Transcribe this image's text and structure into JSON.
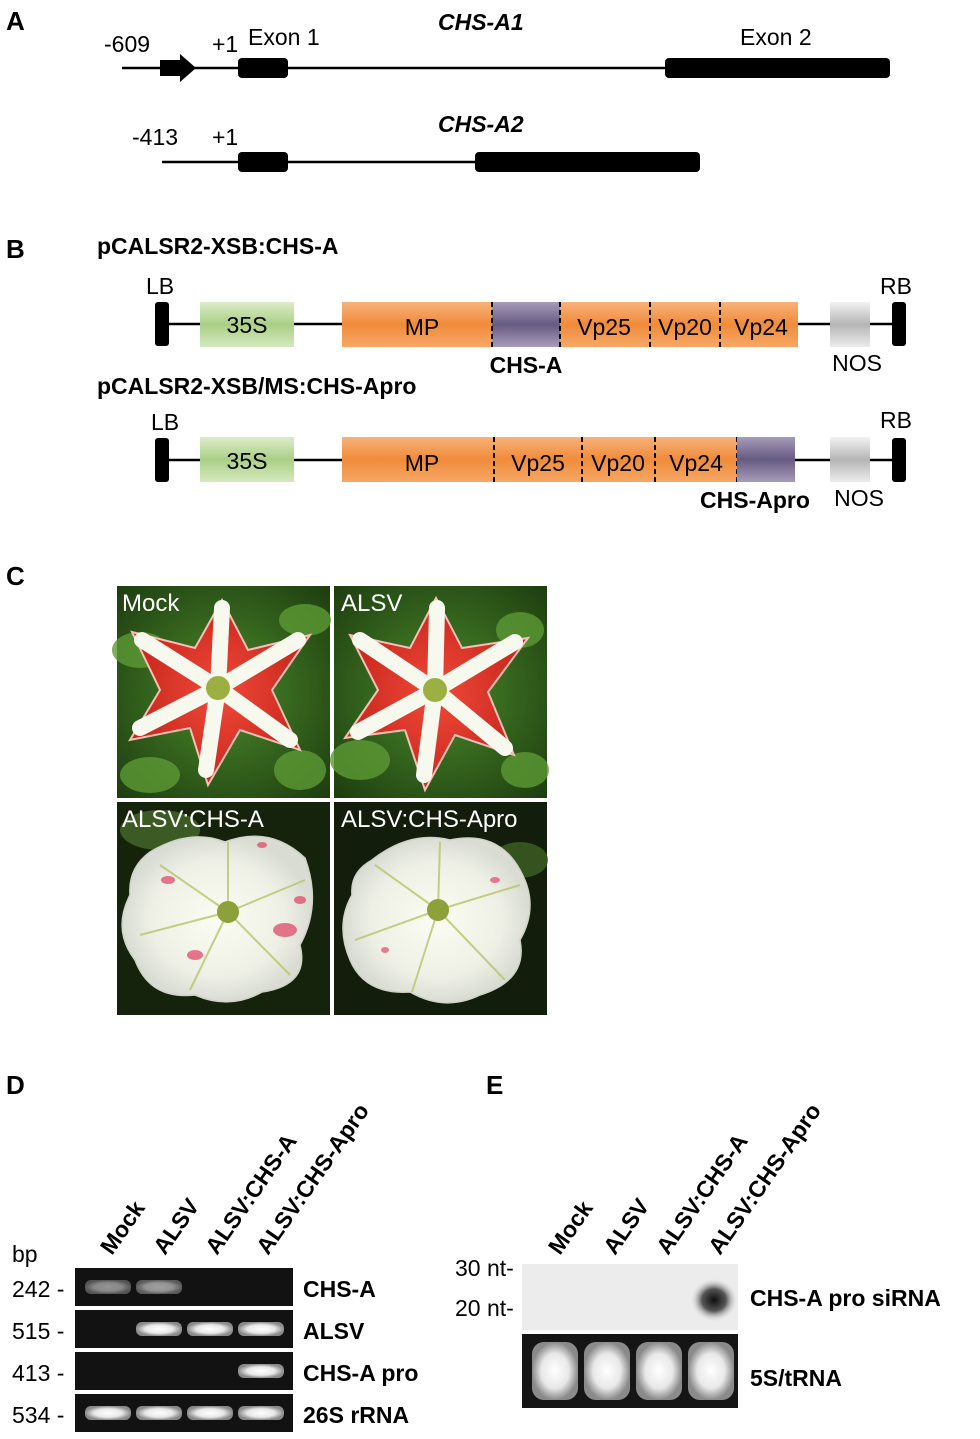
{
  "panels": {
    "A": {
      "label": "A",
      "genes": [
        {
          "name": "CHS-A1",
          "start_label": "-609",
          "tss_label": "+1",
          "exon1_label": "Exon 1",
          "exon2_label": "Exon  2"
        },
        {
          "name": "CHS-A2",
          "start_label": "-413",
          "tss_label": "+1"
        }
      ]
    },
    "B": {
      "label": "B",
      "constructs": [
        {
          "name": "pCALSR2-XSB:CHS-A",
          "lb": "LB",
          "rb": "RB",
          "promoter": "35S",
          "segments": [
            "MP",
            "Vp25",
            "Vp20",
            "Vp24"
          ],
          "insert": "CHS-A",
          "terminator": "NOS"
        },
        {
          "name": "pCALSR2-XSB/MS:CHS-Apro",
          "lb": "LB",
          "rb": "RB",
          "promoter": "35S",
          "segments": [
            "MP",
            "Vp25",
            "Vp20",
            "Vp24"
          ],
          "insert": "CHS-Apro",
          "terminator": "NOS"
        }
      ],
      "colors": {
        "promoter": "#b8d99a",
        "viral": "#f39a4c",
        "insert": "#7a6e92",
        "terminator": "#c8c8c8"
      }
    },
    "C": {
      "label": "C",
      "photos": [
        "Mock",
        "ALSV",
        "ALSV:CHS-A",
        "ALSV:CHS-Apro"
      ]
    },
    "D": {
      "label": "D",
      "lanes": [
        "Mock",
        "ALSV",
        "ALSV:CHS-A",
        "ALSV:CHS-Apro"
      ],
      "unit": "bp",
      "rows": [
        {
          "size": "242 -",
          "name": "CHS-A",
          "bands": [
            0.55,
            0.6,
            0,
            0
          ]
        },
        {
          "size": "515 -",
          "name": "ALSV",
          "bands": [
            0,
            1,
            1,
            1
          ]
        },
        {
          "size": "413 -",
          "name": "CHS-A pro",
          "bands": [
            0,
            0,
            0,
            1
          ]
        },
        {
          "size": "534 -",
          "name": "26S rRNA",
          "bands": [
            1,
            1,
            1,
            1
          ]
        }
      ]
    },
    "E": {
      "label": "E",
      "lanes": [
        "Mock",
        "ALSV",
        "ALSV:CHS-A",
        "ALSV:CHS-Apro"
      ],
      "markers": [
        "30 nt-",
        "20 nt-"
      ],
      "rows": [
        "CHS-A pro siRNA",
        "5S/tRNA"
      ]
    }
  }
}
